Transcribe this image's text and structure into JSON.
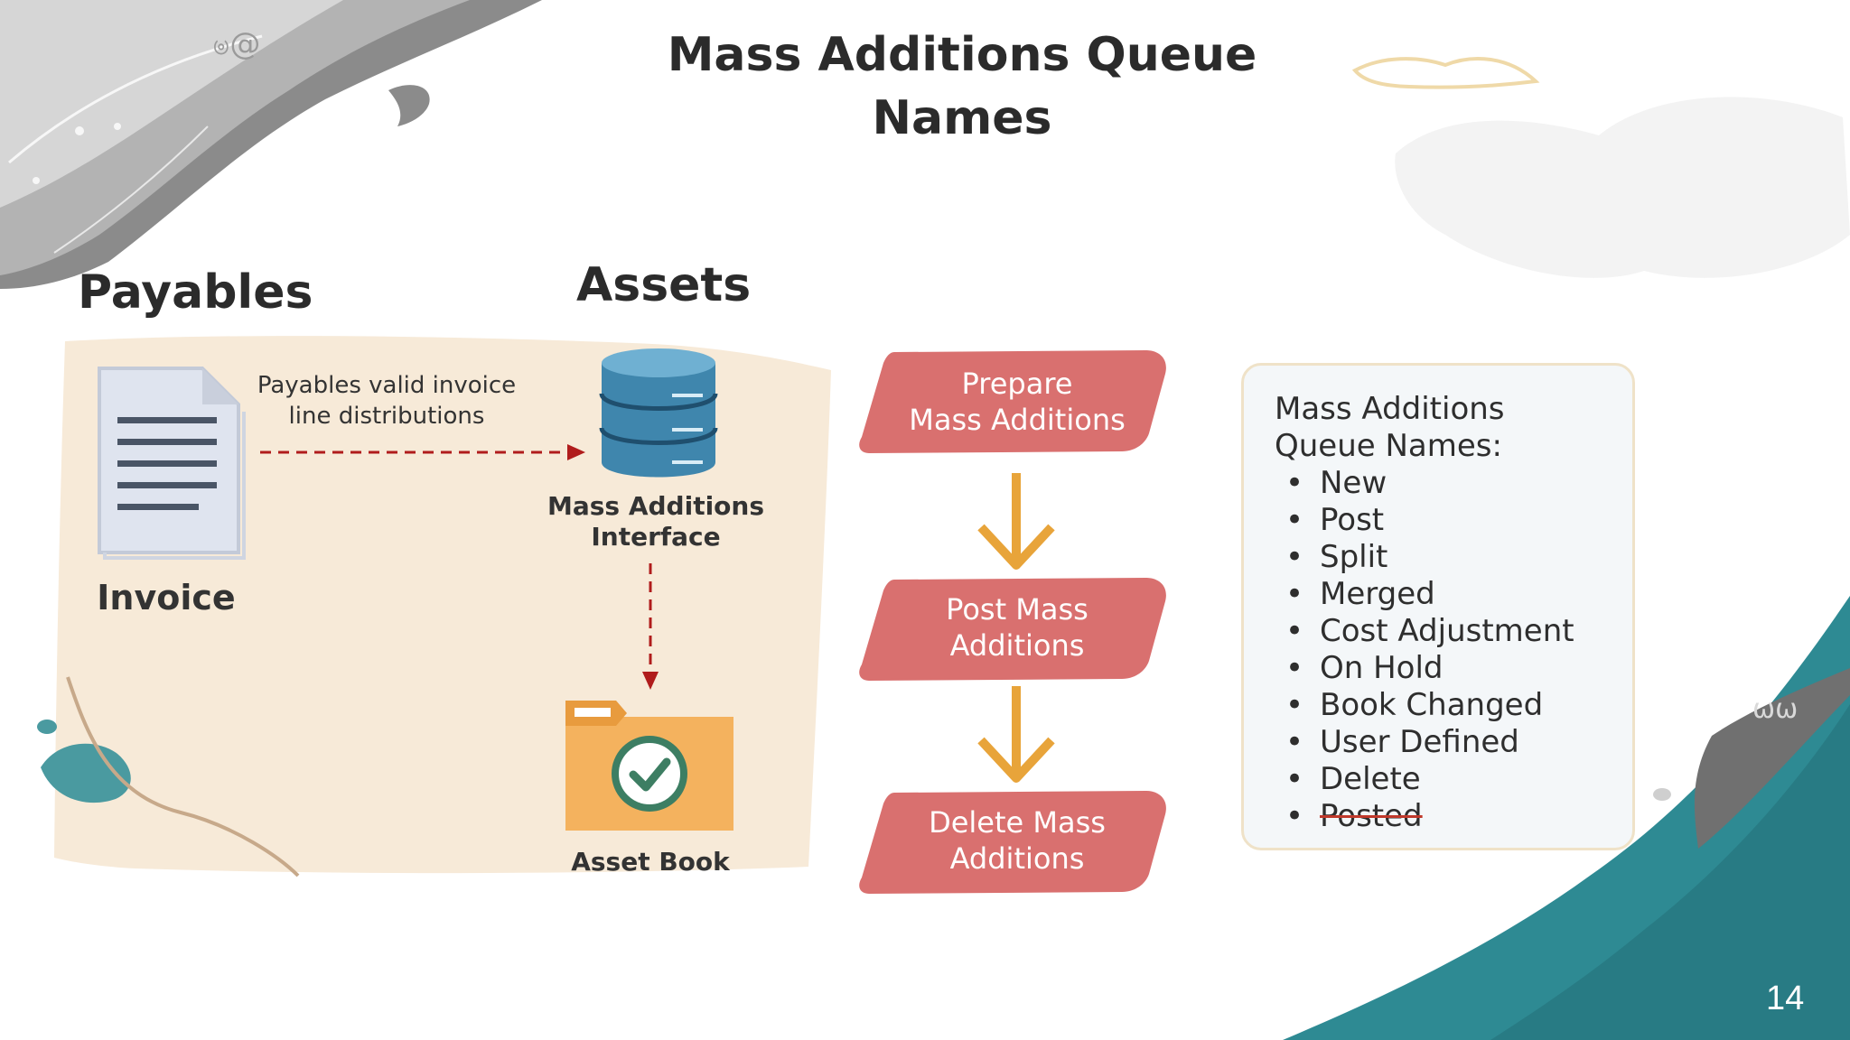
{
  "title": "Mass Additions Queue Names",
  "headings": {
    "payables": "Payables",
    "assets": "Assets"
  },
  "labels": {
    "invoice": "Invoice",
    "flow_note": "Payables valid invoice\nline distributions",
    "interface": "Mass Additions\nInterface",
    "asset_book": "Asset Book"
  },
  "steps": [
    "Prepare\nMass Additions",
    "Post Mass\nAdditions",
    "Delete Mass\nAdditions"
  ],
  "queue_panel": {
    "title": "Mass Additions\nQueue Names:",
    "items": [
      "New",
      "Post",
      "Split",
      "Merged",
      "Cost Adjustment",
      "On Hold",
      "Book Changed",
      "User Defined",
      "Delete",
      "Posted"
    ]
  },
  "page_number": "14",
  "colors": {
    "step_fill": "#d9706f",
    "arrow_orange": "#e8a43a",
    "dashed_red": "#b01c1c",
    "teal": "#2e8a93",
    "beige": "#f7ead8",
    "database": "#3f86ad",
    "folder": "#f4b25e",
    "check_green": "#3d7e63"
  },
  "icons": [
    "document-icon",
    "database-icon",
    "folder-check-icon",
    "down-arrow-icon"
  ]
}
